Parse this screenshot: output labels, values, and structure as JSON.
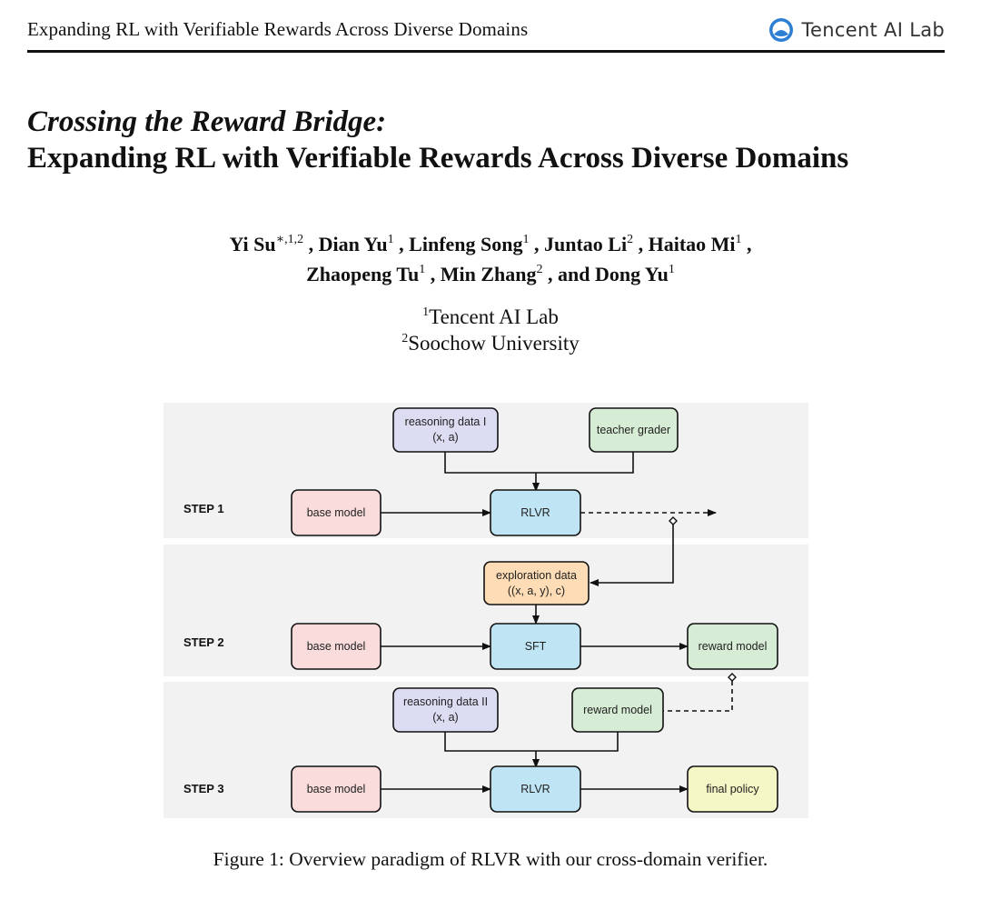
{
  "header": {
    "running_title": "Expanding RL with Verifiable Rewards Across Diverse Domains",
    "lab_logo_text": "Tencent AI Lab"
  },
  "title": {
    "line1": "Crossing the Reward Bridge:",
    "line2": "Expanding RL with Verifiable Rewards Across Diverse Domains"
  },
  "authors": [
    {
      "name": "Yi Su",
      "sup": "∗,1,2"
    },
    {
      "name": "Dian Yu",
      "sup": "1"
    },
    {
      "name": "Linfeng Song",
      "sup": "1"
    },
    {
      "name": "Juntao Li",
      "sup": "2"
    },
    {
      "name": "Haitao Mi",
      "sup": "1"
    },
    {
      "name": "Zhaopeng Tu",
      "sup": "1"
    },
    {
      "name": "Min Zhang",
      "sup": "2"
    },
    {
      "name": "Dong Yu",
      "sup": "1"
    }
  ],
  "authors_conjunction": "and",
  "affiliations": [
    {
      "sup": "1",
      "name": "Tencent AI Lab"
    },
    {
      "sup": "2",
      "name": "Soochow University"
    }
  ],
  "figure": {
    "colors": {
      "panel_bg": "#f2f2f2",
      "purple": "#dcdcf3",
      "green": "#d6ecd4",
      "pink": "#fbdcdc",
      "blue": "#bfe5f5",
      "orange": "#fedcb5",
      "yellow": "#f5f6c5"
    },
    "step_labels": [
      "STEP 1",
      "STEP 2",
      "STEP 3"
    ],
    "step1": {
      "reasoning_data": [
        "reasoning data I",
        "(x, a)"
      ],
      "teacher_grader": "teacher grader",
      "base_model": "base model",
      "rlvr": "RLVR"
    },
    "step2": {
      "exploration_data": [
        "exploration data",
        "((x, a, y), c)"
      ],
      "base_model": "base model",
      "sft": "SFT",
      "reward_model": "reward model"
    },
    "step3": {
      "reasoning_data": [
        "reasoning data II",
        "(x, a)"
      ],
      "reward_model": "reward model",
      "base_model": "base model",
      "rlvr": "RLVR",
      "final_policy": "final policy"
    }
  },
  "caption": "Figure 1: Overview paradigm of RLVR with our cross-domain verifier."
}
